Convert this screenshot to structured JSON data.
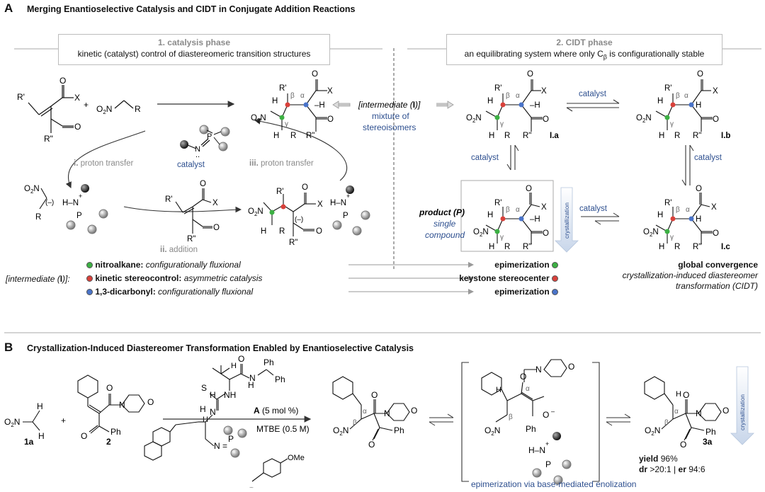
{
  "panelA": {
    "letter": "A",
    "title": "Merging Enantioselective Catalysis and CIDT in Conjugate Addition Reactions",
    "phase1": {
      "title": "1. catalysis phase",
      "subtitle": "kinetic (catalyst) control of diastereomeric transition structures"
    },
    "phase2": {
      "title": "2. CIDT phase",
      "subtitle_prefix": "an equilibrating system where only C",
      "subtitle_sub": "β",
      "subtitle_suffix": " is configurationally stable"
    },
    "labels": {
      "proton1": "proton transfer",
      "proton1_num": "i.",
      "proton3": "proton transfer",
      "proton3_num": "iii.",
      "addition": "addition",
      "addition_num": "ii.",
      "catalyst": "catalyst",
      "intermediate_line1": "[intermediate (I)]",
      "intermediate_line2": "mixture of",
      "intermediate_line3": "stereoisomers",
      "product_line1": "product (P)",
      "product_line2": "single",
      "product_line3": "compound",
      "crystallization": "crystallization",
      "Ia": "I.a",
      "Ib": "I.b",
      "Ic": "I.c"
    },
    "legend": {
      "intermediate_label": "[intermediate (I)]:",
      "rows": [
        {
          "bold": "nitroalkane:",
          "italic": " configurationally fluxional",
          "right": "epimerization",
          "color": "#3cb043"
        },
        {
          "bold": "kinetic stereocontrol:",
          "italic": " asymmetric catalysis",
          "right": "keystone stereocenter",
          "color": "#d9413b"
        },
        {
          "bold": "1,3-dicarbonyl:",
          "italic": " configurationally fluxional",
          "right": "epimerization",
          "color": "#4a74c9"
        }
      ],
      "summary_bold": "global convergence",
      "summary_line2": "crystallization-induced diastereomer",
      "summary_line3": "transformation (CIDT)"
    }
  },
  "panelB": {
    "letter": "B",
    "title": "Crystallization-Induced Diastereomer Transformation Enabled by Enantioselective Catalysis",
    "compound1": "1a",
    "compound2": "2",
    "compound3": "3a",
    "catalyst_label": "A",
    "catalyst_loading": "(5 mol %)",
    "solvent": "MTBE (0.5 M)",
    "epimerization": "epimerization via base-mediated enolization",
    "yield_label": "yield",
    "yield_value": "96%",
    "dr_label": "dr",
    "dr_value": ">20:1",
    "er_label": "er",
    "er_value": "94:6",
    "crystallization": "crystallization"
  },
  "colors": {
    "green": "#3cb043",
    "red": "#d9413b",
    "blue": "#4a74c9",
    "text_blue": "#2d4f8f",
    "gray": "#8a8a8a"
  }
}
